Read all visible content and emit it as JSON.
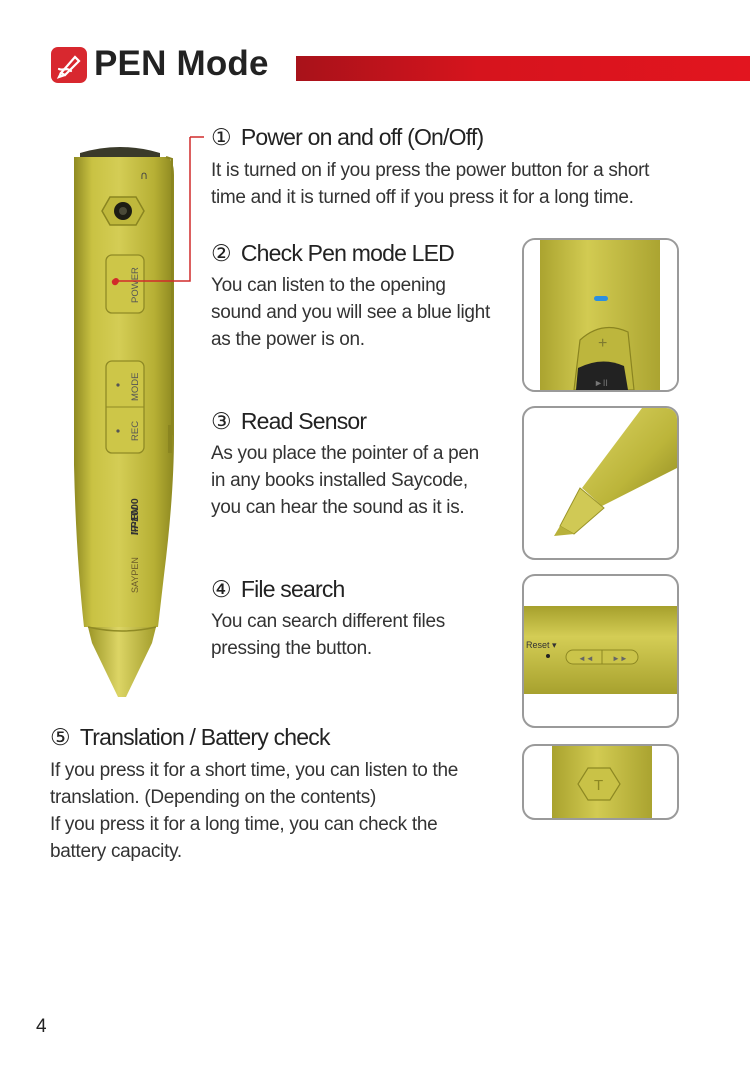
{
  "header": {
    "title": "PEN Mode",
    "icon": "pen-mode-icon",
    "accent_color": "#d8282f"
  },
  "pen": {
    "labels": {
      "power": "POWER",
      "mode": "MODE",
      "rec": "REC",
      "model": "IP-1000",
      "product": "I-PEN",
      "brand": "SAYPEN"
    },
    "body_color": "#c5bd3e"
  },
  "sections": [
    {
      "number": "①",
      "title": "Power on and off (On/Off)",
      "lines": [
        "It is turned on if you press the power button for a short",
        "time and it is turned off if you press it for a long time."
      ]
    },
    {
      "number": "②",
      "title": "Check Pen mode LED",
      "lines": [
        "You can listen to the opening",
        "sound and you will see a blue light",
        "as the power is on."
      ]
    },
    {
      "number": "③",
      "title": "Read Sensor",
      "lines": [
        "As you place the pointer of a pen",
        "in any books installed Saycode,",
        "you can hear the sound as it is."
      ]
    },
    {
      "number": "④",
      "title": "File search",
      "lines": [
        "You can search different files",
        "pressing the button."
      ]
    },
    {
      "number": "⑤",
      "title": "Translation / Battery check",
      "lines": [
        "If you press it for a short time, you can listen to the",
        "translation. (Depending on the contents)",
        "If you press it for a long time, you can check the",
        "battery capacity."
      ]
    }
  ],
  "photos": {
    "file_search_label": "Reset ▾",
    "translate_button": "T"
  },
  "page_number": "4"
}
